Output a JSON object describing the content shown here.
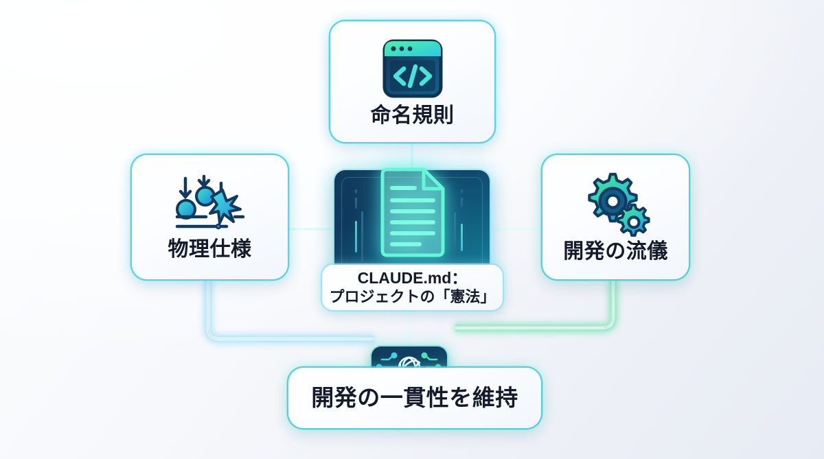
{
  "diagram": {
    "title": "CLAUDE.md project constitution diagram",
    "background": {
      "from": "#fcfdfe",
      "to": "#e7ebf3"
    },
    "palette": {
      "cyan": "#3fd0e4",
      "green": "#4ade9b",
      "dark_navy": "#123b5c",
      "text": "#121a2b"
    },
    "center": {
      "icon": "document-icon",
      "caption_line1": "CLAUDE.md：",
      "caption_line2": "プロジェクトの「憲法」"
    },
    "nodes": [
      {
        "id": "top",
        "label": "命名規則",
        "icon": "code-window-icon",
        "edge_color": "#3fd0e4"
      },
      {
        "id": "left",
        "label": "物理仕様",
        "icon": "physics-impact-icon",
        "edge_color": "#3fd0e4"
      },
      {
        "id": "right",
        "label": "開発の流儀",
        "icon": "gears-icon",
        "edge_color": "#40cdd7"
      },
      {
        "id": "bottom",
        "label": "開発の一貫性を維持",
        "icon": "ai-chip-icon",
        "edge_color": "#40cdd7"
      }
    ],
    "badge": {
      "icon": "ai-network-icon"
    },
    "connectors": [
      {
        "from": "top",
        "to": "center",
        "color": "#6fe3f5",
        "orientation": "vertical"
      },
      {
        "from": "left",
        "to": "center",
        "color": "#6fe3f5",
        "orientation": "horizontal"
      },
      {
        "from": "right",
        "to": "center",
        "color": "#7ce8c8",
        "orientation": "horizontal"
      },
      {
        "from": "left",
        "to": "bottom",
        "color": "#8fd8f8",
        "orientation": "elbow"
      },
      {
        "from": "center",
        "to": "bottom",
        "color": "#7fe0f2",
        "orientation": "vertical"
      },
      {
        "from": "right",
        "to": "bottom",
        "color": "#5fdfa4",
        "orientation": "elbow"
      }
    ]
  }
}
